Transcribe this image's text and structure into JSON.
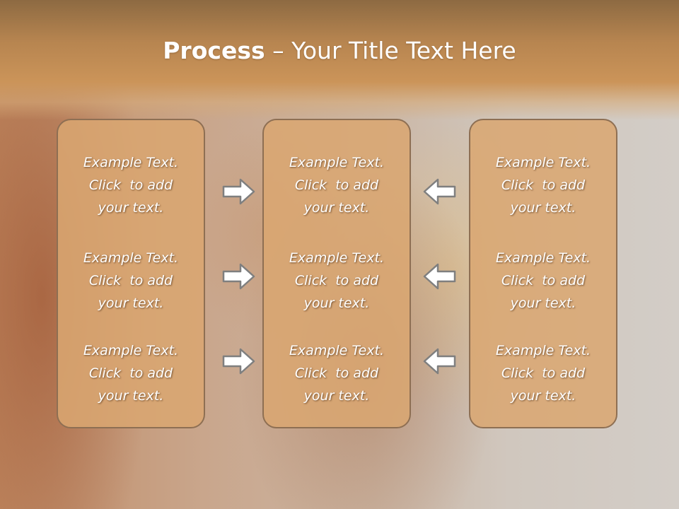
{
  "title": {
    "bold": "Process",
    "rest": " – Your Title Text Here"
  },
  "columns": [
    {
      "items": [
        {
          "line1": "Example Text.",
          "line2": "Click  to add",
          "line3": "your text."
        },
        {
          "line1": "Example Text.",
          "line2": "Click  to add",
          "line3": "your text."
        },
        {
          "line1": "Example Text.",
          "line2": "Click  to add",
          "line3": "your text."
        }
      ]
    },
    {
      "items": [
        {
          "line1": "Example Text.",
          "line2": "Click  to add",
          "line3": "your text."
        },
        {
          "line1": "Example Text.",
          "line2": "Click  to add",
          "line3": "your text."
        },
        {
          "line1": "Example Text.",
          "line2": "Click  to add",
          "line3": "your text."
        }
      ]
    },
    {
      "items": [
        {
          "line1": "Example Text.",
          "line2": "Click  to add",
          "line3": "your text."
        },
        {
          "line1": "Example Text.",
          "line2": "Click  to add",
          "line3": "your text."
        },
        {
          "line1": "Example Text.",
          "line2": "Click  to add",
          "line3": "your text."
        }
      ]
    }
  ],
  "icons": {
    "left_arrows": "arrow-right-icon",
    "right_arrows": "arrow-left-icon"
  },
  "colors": {
    "title_band": "#c18c55",
    "box_fill": "#daa771",
    "box_border": "#8e6f53",
    "arrow_fill": "#ffffff",
    "arrow_stroke": "#7f7f7f"
  }
}
